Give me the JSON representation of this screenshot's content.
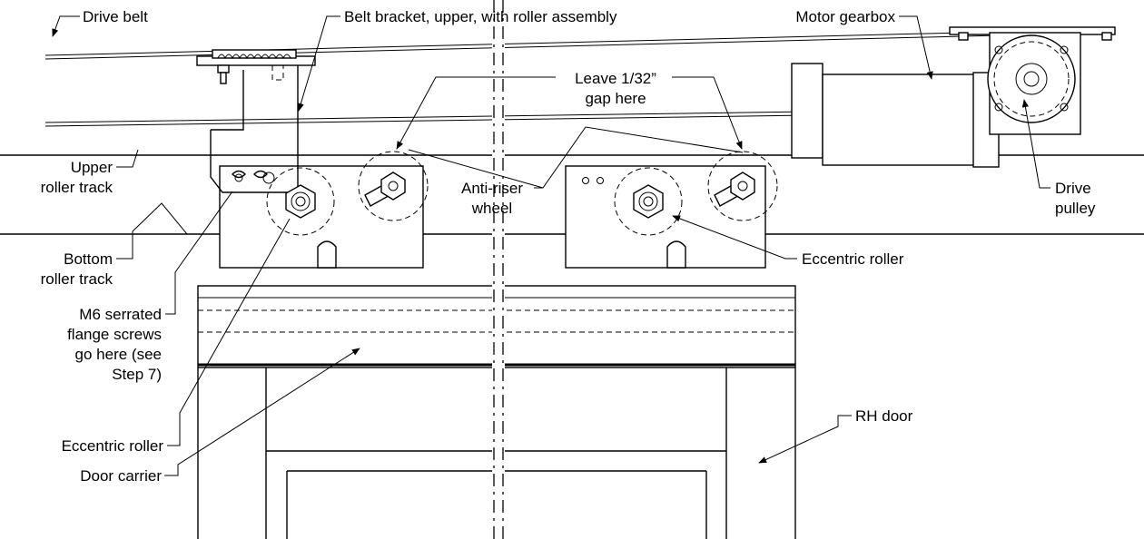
{
  "labels": {
    "drive_belt": "Drive belt",
    "belt_bracket": "Belt bracket, upper, with roller assembly",
    "motor_gearbox": "Motor gearbox",
    "leave_gap_1": "Leave 1/32”",
    "leave_gap_2": "gap here",
    "upper_track_1": "Upper",
    "upper_track_2": "roller track",
    "anti_riser_1": "Anti-riser",
    "anti_riser_2": "wheel",
    "drive_pulley_1": "Drive",
    "drive_pulley_2": "pulley",
    "bottom_track_1": "Bottom",
    "bottom_track_2": "roller track",
    "eccentric_roller_right": "Eccentric roller",
    "m6_1": "M6 serrated",
    "m6_2": "flange screws",
    "m6_3": "go here (see",
    "m6_4": "Step 7)",
    "rh_door": "RH door",
    "eccentric_roller_left": "Eccentric roller",
    "door_carrier": "Door carrier"
  }
}
